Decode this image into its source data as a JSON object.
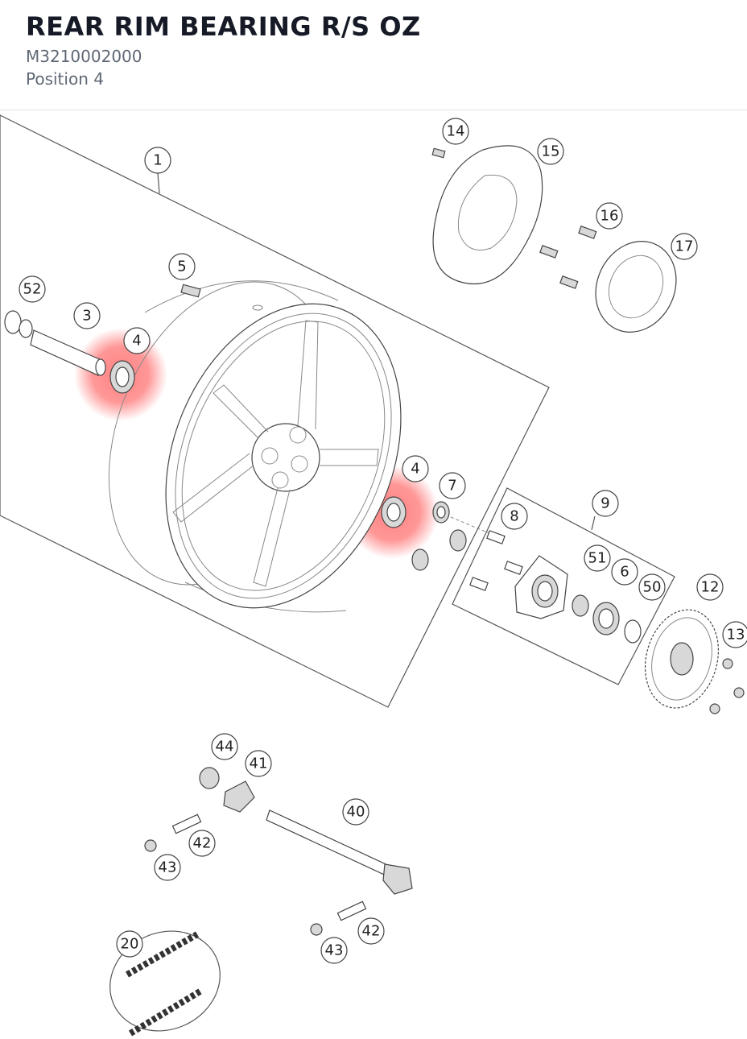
{
  "header": {
    "title": "REAR RIM BEARING R/S OZ",
    "part_number": "M3210002000",
    "position": "Position 4"
  },
  "colors": {
    "highlight": "#ff6b6b",
    "title": "#161a26",
    "subtext": "#5f6875"
  },
  "callouts": [
    {
      "id": "c1",
      "label": "1"
    },
    {
      "id": "c3",
      "label": "3"
    },
    {
      "id": "c4a",
      "label": "4",
      "highlighted": true
    },
    {
      "id": "c4b",
      "label": "4",
      "highlighted": true
    },
    {
      "id": "c5",
      "label": "5"
    },
    {
      "id": "c6",
      "label": "6"
    },
    {
      "id": "c7",
      "label": "7"
    },
    {
      "id": "c8",
      "label": "8"
    },
    {
      "id": "c9",
      "label": "9"
    },
    {
      "id": "c12",
      "label": "12"
    },
    {
      "id": "c13",
      "label": "13"
    },
    {
      "id": "c14",
      "label": "14"
    },
    {
      "id": "c15",
      "label": "15"
    },
    {
      "id": "c16",
      "label": "16"
    },
    {
      "id": "c17",
      "label": "17"
    },
    {
      "id": "c20",
      "label": "20"
    },
    {
      "id": "c40",
      "label": "40"
    },
    {
      "id": "c41",
      "label": "41"
    },
    {
      "id": "c42a",
      "label": "42"
    },
    {
      "id": "c42b",
      "label": "42"
    },
    {
      "id": "c43a",
      "label": "43"
    },
    {
      "id": "c43b",
      "label": "43"
    },
    {
      "id": "c44",
      "label": "44"
    },
    {
      "id": "c50",
      "label": "50"
    },
    {
      "id": "c51",
      "label": "51"
    },
    {
      "id": "c52",
      "label": "52"
    }
  ]
}
